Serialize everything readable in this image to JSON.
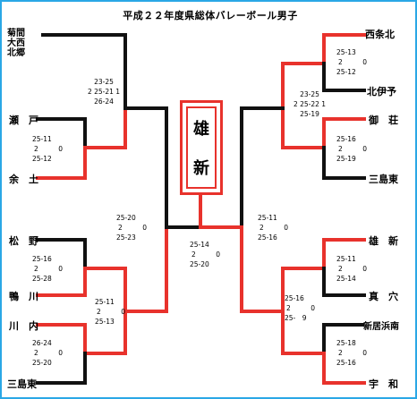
{
  "title": "平成２２年度県総体バレーボール男子",
  "champion": {
    "line1": "雄",
    "line2": "新"
  },
  "teams_left": [
    {
      "name": "菊間 大西 北郷"
    },
    {
      "name": "瀬　戸"
    },
    {
      "name": "余　土"
    },
    {
      "name": "松　野"
    },
    {
      "name": "鴨　川"
    },
    {
      "name": "川　内"
    },
    {
      "name": "三島東"
    }
  ],
  "teams_right": [
    {
      "name": "西条北"
    },
    {
      "name": "北伊予"
    },
    {
      "name": "御　荘"
    },
    {
      "name": "三島東"
    },
    {
      "name": "雄　新"
    },
    {
      "name": "真　穴"
    },
    {
      "name": "新居浜南"
    },
    {
      "name": "宇　和"
    }
  ],
  "scores": {
    "l_r1_a": {
      "top": "25-11",
      "mid": "2　　　0",
      "bot": "25-12"
    },
    "l_r2_a": {
      "top": "23-25",
      "mid": "2  25-21  1",
      "bot": "26-24"
    },
    "l_r1_b": {
      "top": "25-16",
      "mid": "2　　　0",
      "bot": "25-28"
    },
    "l_r1_c": {
      "top": "26-24",
      "mid": "2　　　0",
      "bot": "25-20"
    },
    "l_r2_b": {
      "top": "25-11",
      "mid": "2　　　0",
      "bot": "25-13"
    },
    "l_sf": {
      "top": "25-20",
      "mid": "2　　　0",
      "bot": "25-23"
    },
    "final": {
      "top": "25-14",
      "mid": "2　　　0",
      "bot": "25-20"
    },
    "r_sf": {
      "top": "25-11",
      "mid": "2　　　0",
      "bot": "25-16"
    },
    "r_r1_a": {
      "top": "25-13",
      "mid": "2　　　0",
      "bot": "25-12"
    },
    "r_r1_b": {
      "top": "25-16",
      "mid": "2　　　0",
      "bot": "25-19"
    },
    "r_r2_a": {
      "top": "23-25",
      "mid": "2  25-22  1",
      "bot": "25-19"
    },
    "r_r1_c": {
      "top": "25-11",
      "mid": "2　　　0",
      "bot": "25-14"
    },
    "r_r1_d": {
      "top": "25-18",
      "mid": "2　　　0",
      "bot": "25-16"
    },
    "r_r2_b": {
      "top": "25-16",
      "mid": "2　　　0",
      "bot": "25-　9"
    }
  },
  "colors": {
    "winner": "#e8322c",
    "loser": "#111111",
    "frame": "#2aa7e6"
  }
}
